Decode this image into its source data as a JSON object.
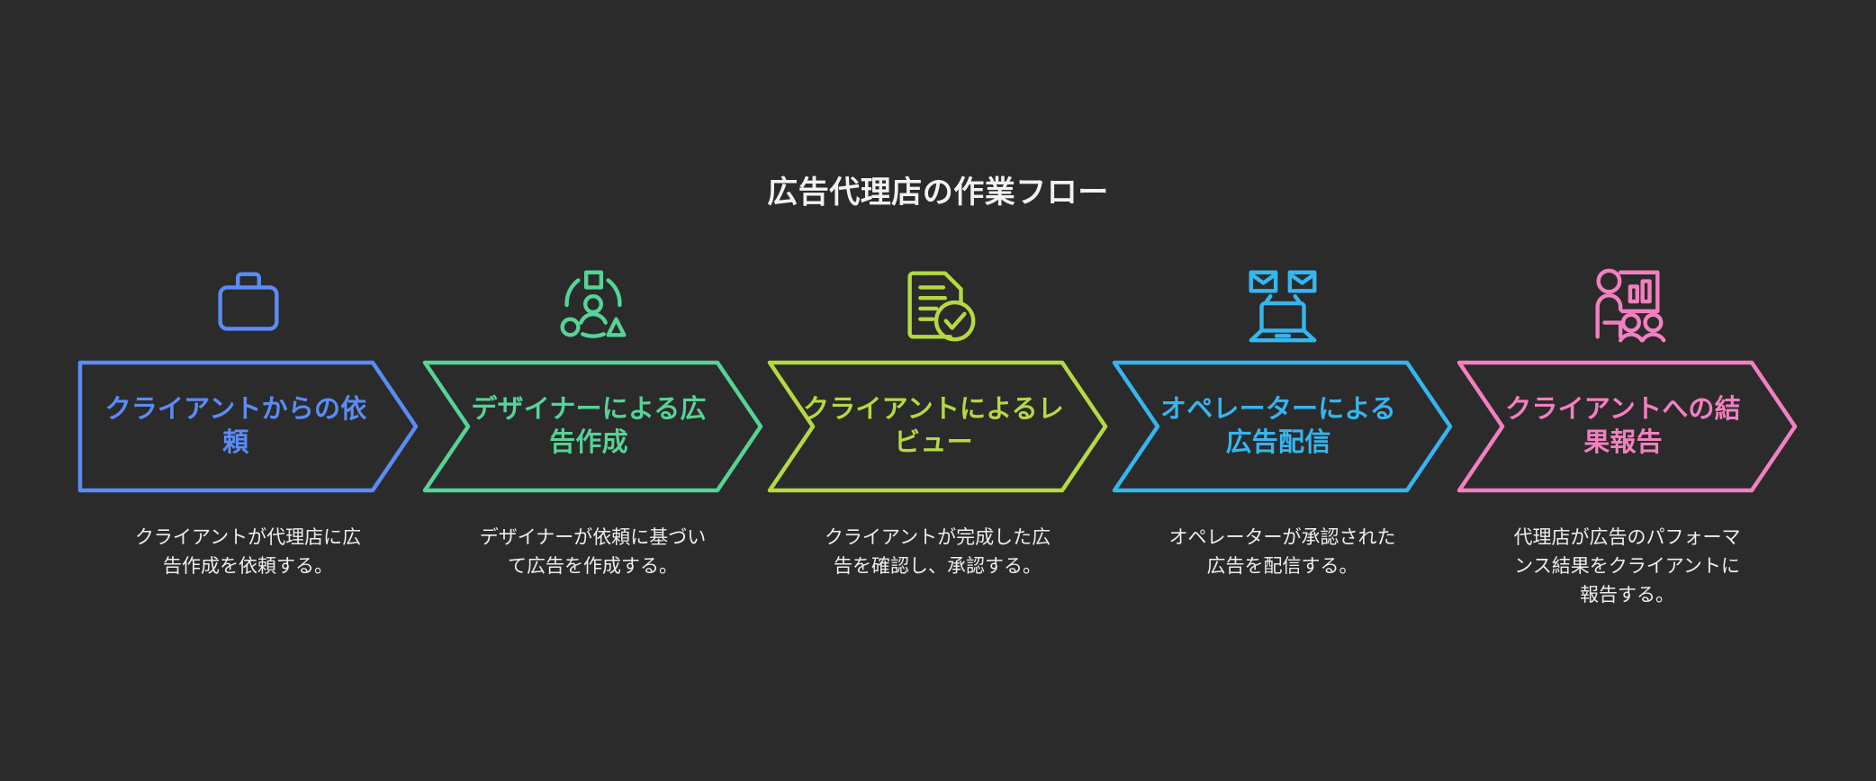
{
  "title": "広告代理店の作業フロー",
  "background_color": "#2b2b2b",
  "title_color": "#f2f2f2",
  "description_color": "#eeeeee",
  "steps": [
    {
      "label": "クライアントからの依頼",
      "description": "クライアントが代理店に広告作成を依頼する。",
      "color": "#5b8cf5",
      "icon": "briefcase-icon"
    },
    {
      "label": "デザイナーによる広告作成",
      "description": "デザイナーが依頼に基づいて広告を作成する。",
      "color": "#56d396",
      "icon": "designer-shapes-icon"
    },
    {
      "label": "クライアントによるレビュー",
      "description": "クライアントが完成した広告を確認し、承認する。",
      "color": "#b5d943",
      "icon": "document-check-icon"
    },
    {
      "label": "オペレーターによる広告配信",
      "description": "オペレーターが承認された広告を配信する。",
      "color": "#35b6ef",
      "icon": "laptop-mail-icon"
    },
    {
      "label": "クライアントへの結果報告",
      "description": "代理店が広告のパフォーマンス結果をクライアントに報告する。",
      "color": "#f280c0",
      "icon": "presentation-report-icon"
    }
  ]
}
